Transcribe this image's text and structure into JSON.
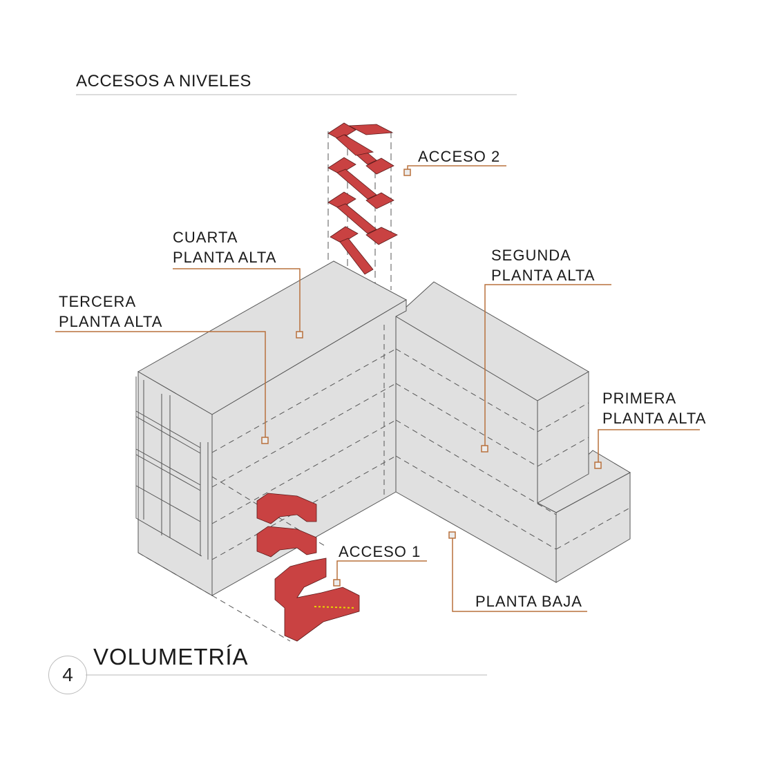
{
  "header": {
    "title": "ACCESOS A NIVELES"
  },
  "footer": {
    "number": "4",
    "title": "VOLUMETRÍA"
  },
  "labels": {
    "acceso2": "ACCESO 2",
    "cuarta": [
      "CUARTA",
      "PLANTA ALTA"
    ],
    "tercera": [
      "TERCERA",
      "PLANTA ALTA"
    ],
    "segunda": [
      "SEGUNDA",
      "PLANTA ALTA"
    ],
    "primera": [
      "PRIMERA",
      "PLANTA ALTA"
    ],
    "acceso1": "ACCESO 1",
    "planta_baja": "PLANTA BAJA"
  },
  "colors": {
    "stairs": "#c94242",
    "leader": "#b8703c",
    "volume": "#e0e0e0"
  }
}
